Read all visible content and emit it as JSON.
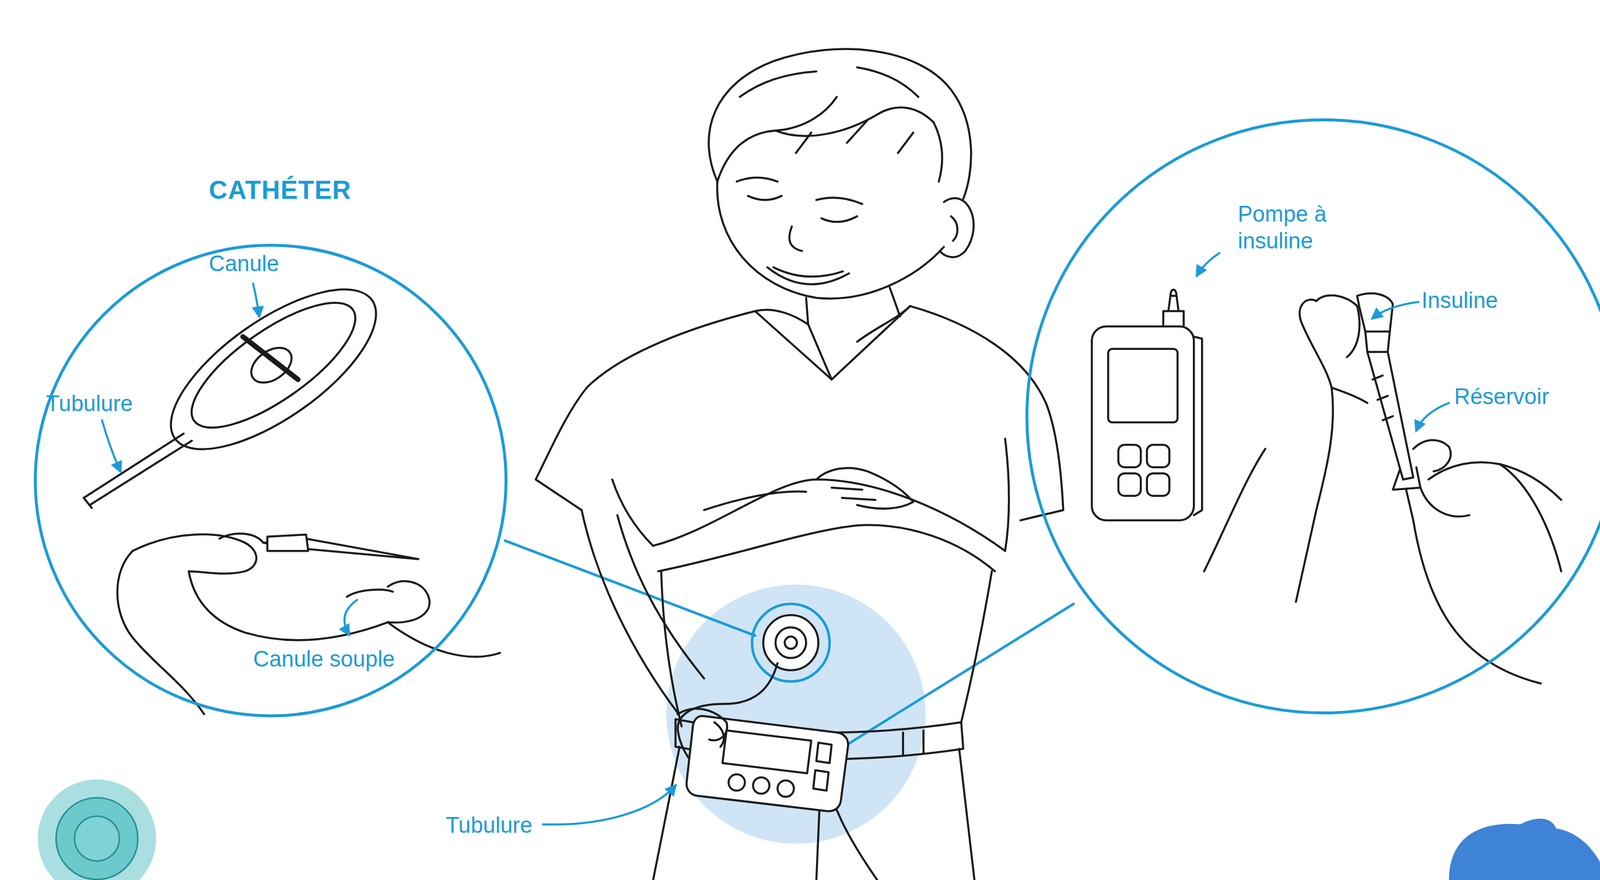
{
  "diagram": {
    "nodes": [
      {
        "text": [
          "CATHÉTER",
          "Canule",
          "Tubulure",
          "Canule souple"
        ]
      },
      {
        "text": [
          "Pompe à insuline",
          "Insuline",
          "Réservoir"
        ]
      }
    ],
    "labels": [
      "Tubulure"
    ]
  }
}
